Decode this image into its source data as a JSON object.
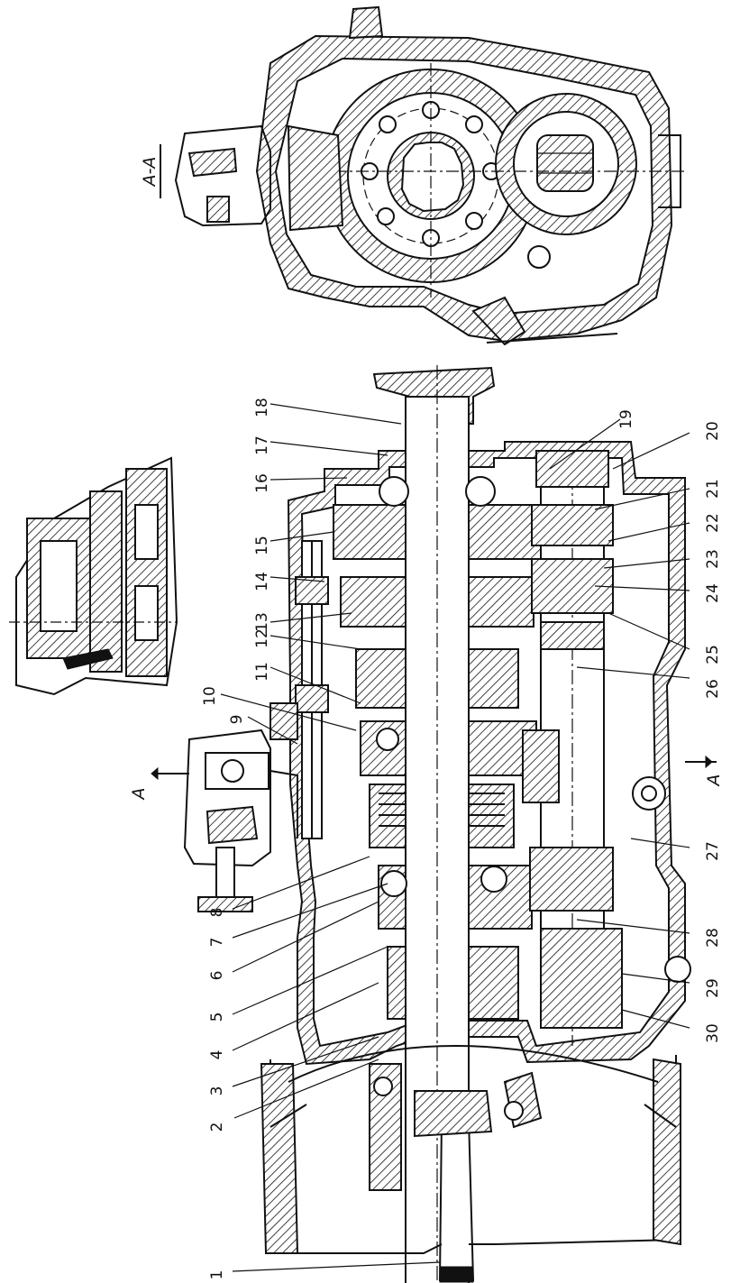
{
  "section_label": "А-А",
  "section_marks": [
    {
      "id": "left",
      "text": "А"
    },
    {
      "id": "right",
      "text": "А"
    }
  ],
  "part_numbers": [
    "1",
    "2",
    "3",
    "4",
    "5",
    "6",
    "7",
    "8",
    "9",
    "10",
    "11",
    "12",
    "13",
    "14",
    "15",
    "16",
    "17",
    "18",
    "19",
    "20",
    "21",
    "22",
    "23",
    "24",
    "25",
    "26",
    "27",
    "28",
    "29",
    "30"
  ]
}
